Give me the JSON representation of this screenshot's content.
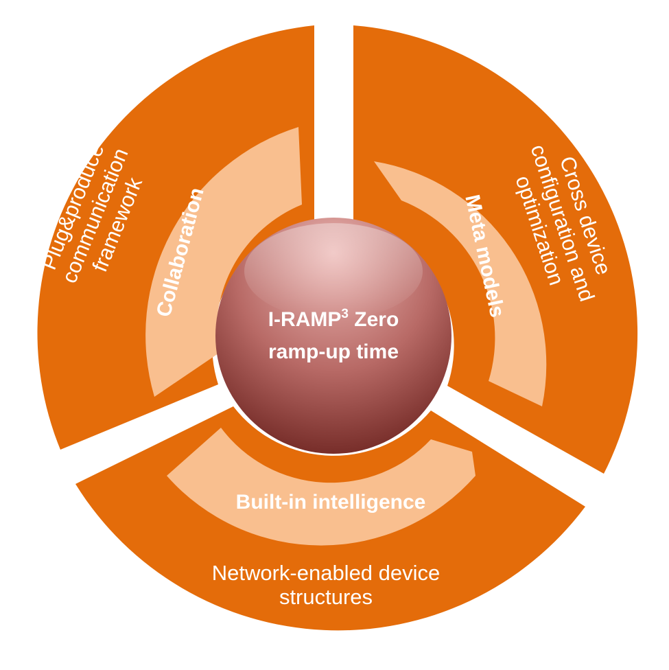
{
  "hub": {
    "line1_prefix": "I-RAMP",
    "line1_superscript": "3",
    "line1_suffix": " Zero",
    "line2": "ramp-up time"
  },
  "segments": [
    {
      "id": "left",
      "outer_lines": [
        "Plug&produce",
        "communication",
        "framework"
      ],
      "inner_label": "Collaboration"
    },
    {
      "id": "right",
      "outer_lines": [
        "Cross device",
        "configuration and",
        "optimization"
      ],
      "inner_label": "Meta models"
    },
    {
      "id": "bottom",
      "outer_lines": [
        "Network-enabled device",
        "structures"
      ],
      "inner_label": "Built-in intelligence"
    }
  ],
  "colors": {
    "outer_ring": "#e46c0a",
    "inner_band": "#f9bf8f",
    "hub_top": "#e8a9a6",
    "hub_bottom": "#7a2c28",
    "text": "#ffffff"
  }
}
